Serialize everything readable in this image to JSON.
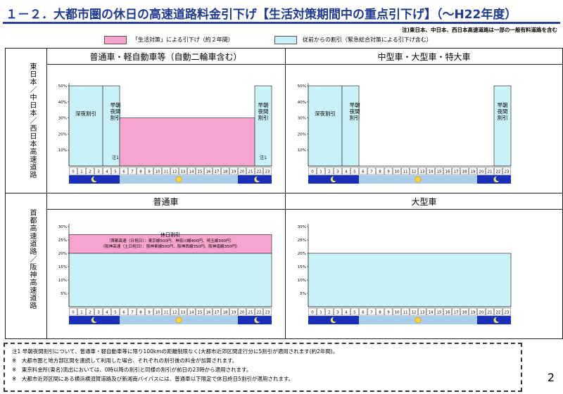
{
  "title": "１－２．大都市圏の休日の高速道路料金引下げ【生活対策期間中の重点引下げ】（～H22年度）",
  "note_top": "注)東日本、中日本、西日本高速道路は一部の一般有料道路を含む",
  "legend": [
    {
      "text": "「生活対策」による引下げ（約２年間）",
      "color": "#f7a4cf"
    },
    {
      "text": "従前からの割引（緊急総合対策による引下げ含む）",
      "color": "#c8f2f7"
    }
  ],
  "row_labels": [
    "東日本／中日本／西日本高速道路",
    "首都高速道路／阪神高速道路"
  ],
  "col_titles": [
    "普通車・軽自動車等（自動二輪車含む）",
    "中型車・大型車・特大車",
    "普通車",
    "大型車"
  ],
  "y_ticks": [
    "30%",
    "25%",
    "20%",
    "15%",
    "10%",
    "5%"
  ],
  "hours": [
    "0",
    "1",
    "2",
    "3",
    "4",
    "5",
    "6",
    "7",
    "8",
    "9",
    "10",
    "11",
    "12",
    "13",
    "14",
    "15",
    "16",
    "17",
    "18",
    "19",
    "20",
    "21",
    "22",
    "23"
  ],
  "labels": {
    "deep_night": "深夜割引",
    "early_night": "早朝夜間割引",
    "note1": "注1",
    "holiday_title": "休日割引",
    "holiday_line1": "（首都高速（日祝日）：東京線500円、神奈川線400円、埼玉線300円）",
    "holiday_line2": "（阪神高速（土日祝日）：阪神東線500円、阪神西線350円、阪神南線350円）"
  },
  "colors": {
    "pink": "#f7a4cf",
    "cyan": "#c8f2f7",
    "night": "#1a2fb8",
    "day": "#a9cdea",
    "title": "#1f3a93"
  },
  "chart_data": [
    {
      "type": "area",
      "title": "普通車・軽自動車等（自動二輪車含む）",
      "ylim": [
        0,
        50
      ],
      "ylabel": "",
      "x": "hour (0-24)",
      "series": [
        {
          "name": "深夜割引",
          "from": 0,
          "to": 4,
          "value": 50
        },
        {
          "name": "早朝夜間割引",
          "from": 4,
          "to": 6,
          "value": 50
        },
        {
          "name": "早朝夜間割引",
          "from": 22,
          "to": 24,
          "value": 50
        },
        {
          "name": "「生活対策」による引下げ（約２年間）",
          "from": 6,
          "to": 22,
          "value": 30
        }
      ]
    },
    {
      "type": "area",
      "title": "中型車・大型車・特大車",
      "ylim": [
        0,
        50
      ],
      "series": [
        {
          "name": "深夜割引",
          "from": 0,
          "to": 4,
          "value": 50
        },
        {
          "name": "早朝夜間割引",
          "from": 4,
          "to": 6,
          "value": 50
        },
        {
          "name": "早朝夜間割引",
          "from": 22,
          "to": 24,
          "value": 50
        }
      ]
    },
    {
      "type": "area",
      "title": "普通車",
      "ylim": [
        0,
        30
      ],
      "series": [
        {
          "name": "従前からの割引（緊急総合対策による引下げ含む）",
          "from": 0,
          "to": 24,
          "value": 20
        },
        {
          "name": "休日割引",
          "from": 0,
          "to": 24,
          "value_from": 20,
          "value_to": 27
        }
      ]
    },
    {
      "type": "area",
      "title": "大型車",
      "ylim": [
        0,
        30
      ],
      "series": [
        {
          "name": "従前からの割引（緊急総合対策による引下げ含む）",
          "from": 0,
          "to": 24,
          "value": 20
        }
      ]
    }
  ],
  "notes": [
    "注1 早朝夜間割引について、普通車・軽自動車等に限り100kmの距離制限なく(大都市近郊区間走行分に5割引が適用されます(約2年間)。",
    "※　大都市圏と地方部区間を連続して利用した場合、それぞれの割引後の料金が加算されます。",
    "※　東京料金所(東名)流出においては、0時以降の割引と同様の割引が前日の23時から適用されます。",
    "※　大都市近郊区間にある横浜横須賀道路及び新湘南バイパスには、普通車以下限定で休日終日5割引が適用されます。"
  ],
  "page_number": "2"
}
